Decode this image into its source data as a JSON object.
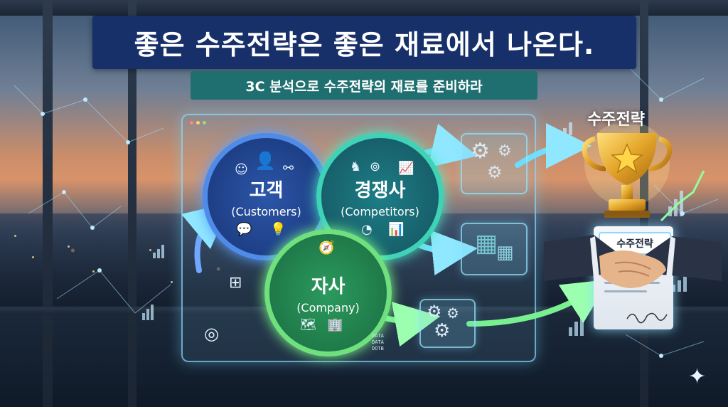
{
  "header": {
    "title": "좋은 수주전략은 좋은 재료에서 나온다.",
    "subtitle": "3C 분석으로 수주전략의 재료를 준비하라"
  },
  "circles": {
    "customer": {
      "kr": "고객",
      "en": "(Customers)"
    },
    "competitor": {
      "kr": "경쟁사",
      "en": "(Competitors)"
    },
    "company": {
      "kr": "자사",
      "en": "(Company)"
    }
  },
  "result": {
    "title": "수주전략",
    "doc_label": "수주전략"
  },
  "data_icon_text": "DATA\nDATA\nDOTB",
  "colors": {
    "title_bg": "#17306a",
    "subtitle_bg": "#1f6f70",
    "customer": "#4f8be8",
    "competitor": "#3ed2b6",
    "company": "#6fe07d",
    "trophy": "#e3a42a"
  },
  "icons": [
    "person-icon",
    "network-icon",
    "chat-icon",
    "lightbulb-icon",
    "chess-icon",
    "binoculars-icon",
    "chart-icon",
    "pie-chart-icon",
    "compass-icon",
    "map-icon",
    "building-icon",
    "gear-icon",
    "blocks-icon",
    "trophy-icon",
    "handshake-icon",
    "sparkle-icon"
  ]
}
